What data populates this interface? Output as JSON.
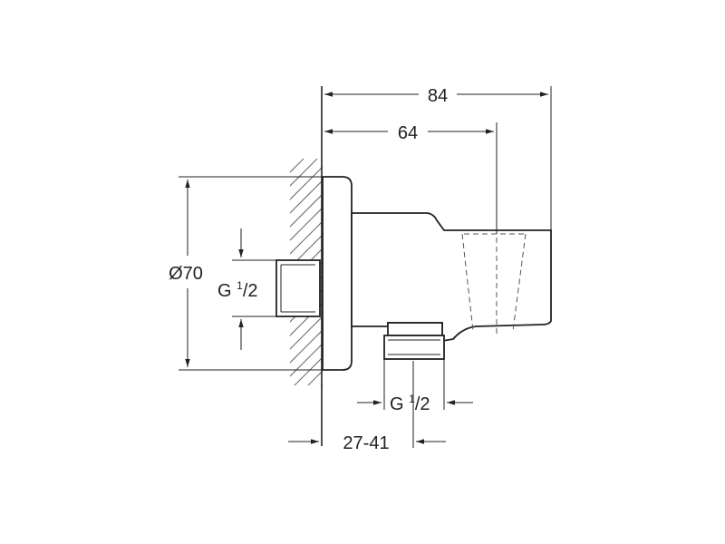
{
  "dimensions": {
    "overall_length": "84",
    "holder_length": "64",
    "diameter": "Ø70",
    "wall_thread_prefix": "G",
    "wall_thread_num": "1",
    "wall_thread_den": "/2",
    "outlet_thread_prefix": "G",
    "outlet_thread_num": "1",
    "outlet_thread_den": "/2",
    "wall_offset_range": "27-41"
  }
}
